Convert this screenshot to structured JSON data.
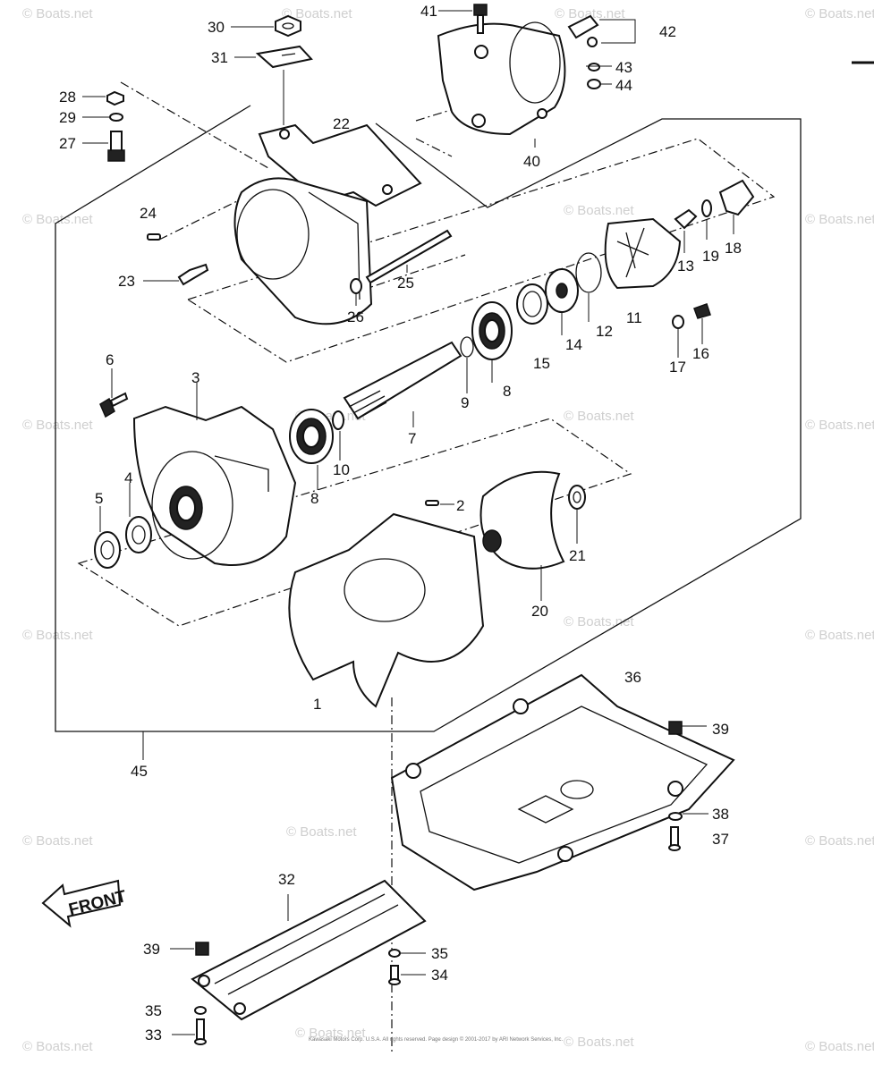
{
  "watermark": "© Boats.net",
  "front_arrow_text": "FRONT",
  "copyright": "Kawasaki Motors Corp. U.S.A. All rights reserved. Page design © 2001-2017 by ARI Network Services, Inc.",
  "labels": {
    "p1": "1",
    "p2": "2",
    "p3": "3",
    "p4": "4",
    "p5": "5",
    "p6": "6",
    "p7": "7",
    "p8a": "8",
    "p8b": "8",
    "p9": "9",
    "p10": "10",
    "p11": "11",
    "p12": "12",
    "p13": "13",
    "p14": "14",
    "p15": "15",
    "p16": "16",
    "p17": "17",
    "p18": "18",
    "p19": "19",
    "p20": "20",
    "p21": "21",
    "p22": "22",
    "p23": "23",
    "p24": "24",
    "p25": "25",
    "p26": "26",
    "p27": "27",
    "p28": "28",
    "p29": "29",
    "p30": "30",
    "p31": "31",
    "p32": "32",
    "p33": "33",
    "p34": "34",
    "p35a": "35",
    "p35b": "35",
    "p36": "36",
    "p37": "37",
    "p38": "38",
    "p39a": "39",
    "p39b": "39",
    "p40": "40",
    "p41": "41",
    "p42": "42",
    "p43": "43",
    "p44": "44",
    "p45": "45"
  }
}
